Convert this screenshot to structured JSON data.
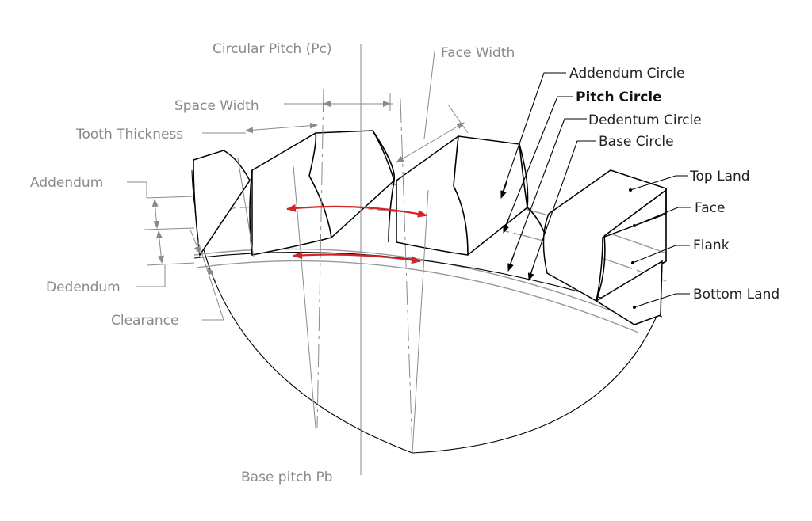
{
  "labels": {
    "circular_pitch": "Circular Pitch (Pc)",
    "face_width": "Face Width",
    "addendum_circle": "Addendum Circle",
    "pitch_circle": "Pitch Circle",
    "dedendum_circle": "Dedentum Circle",
    "base_circle": "Base Circle",
    "top_land": "Top Land",
    "face": "Face",
    "flank": "Flank",
    "bottom_land": "Bottom Land",
    "space_width": "Space Width",
    "tooth_thickness": "Tooth Thickness",
    "addendum": "Addendum",
    "dedendum": "Dedendum",
    "clearance": "Clearance",
    "base_pitch": "Base pitch Pb"
  },
  "colors": {
    "label_grey": "#8a8a8a",
    "label_dark": "#222222",
    "arrow_red": "#d62424"
  }
}
